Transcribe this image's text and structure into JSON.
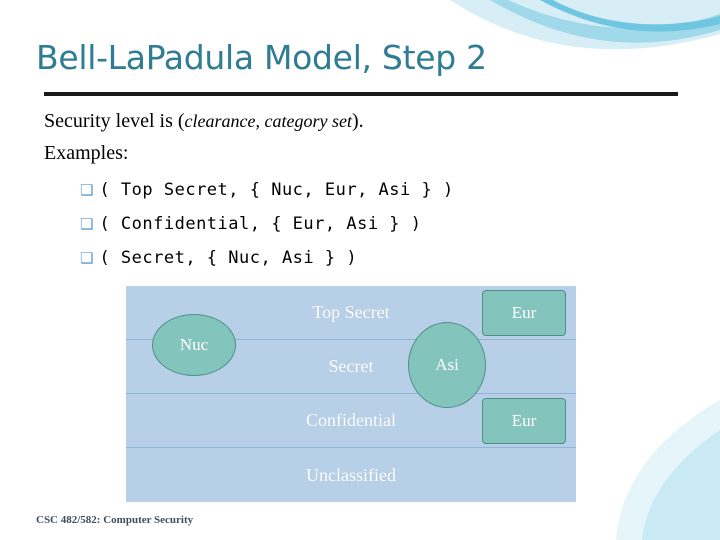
{
  "slide": {
    "title": "Bell-LaPadula Model, Step 2",
    "intro_prefix": "Security level is (",
    "intro_italic": "clearance, category set",
    "intro_suffix": ").",
    "examples_label": "Examples:",
    "bullets": [
      {
        "marker": "❏",
        "text": "( Top Secret, { Nuc, Eur, Asi } )"
      },
      {
        "marker": "❏",
        "text": "( Confidential, { Eur, Asi } )"
      },
      {
        "marker": "❏",
        "text": "( Secret, { Nuc, Asi } )"
      }
    ],
    "diagram": {
      "levels": [
        {
          "label": "Top Secret"
        },
        {
          "label": "Secret"
        },
        {
          "label": "Confidential"
        },
        {
          "label": "Unclassified"
        }
      ],
      "categories": [
        {
          "label": "Nuc"
        },
        {
          "label": "Asi"
        },
        {
          "label": "Eur"
        },
        {
          "label": "Eur"
        }
      ]
    },
    "footer": "CSC 482/582: Computer Security",
    "colors": {
      "title": "#2f7d92",
      "band": "#b7d0e8",
      "category": "#83c4bd",
      "bullet_marker": "#5b9bd5",
      "rule": "#1a1a1a"
    }
  }
}
